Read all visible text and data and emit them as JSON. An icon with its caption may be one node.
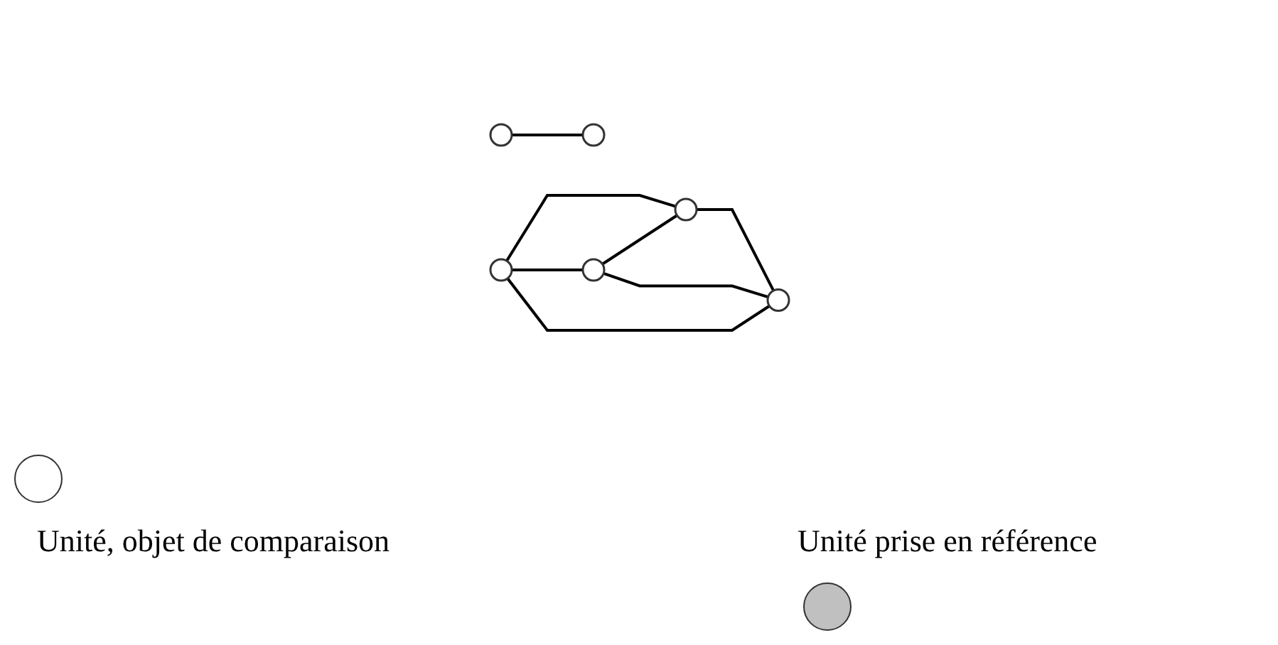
{
  "diagram": {
    "nodes": [
      {
        "text": [],
        "shape": "circle"
      },
      {
        "text": [],
        "shape": "circle"
      },
      {
        "text": [],
        "shape": "circle"
      },
      {
        "text": [],
        "shape": "circle"
      },
      {
        "text": [],
        "shape": "circle"
      },
      {
        "text": [],
        "shape": "circle"
      }
    ],
    "edges": [
      {
        "from": 0,
        "to": 1,
        "arrow": "none"
      },
      {
        "from": 2,
        "to": 3,
        "arrow": "none"
      },
      {
        "from": 2,
        "to": 4,
        "arrow": "none"
      },
      {
        "from": 3,
        "to": 5,
        "arrow": "none"
      },
      {
        "from": 4,
        "to": 5,
        "arrow": "none"
      },
      {
        "from": 2,
        "to": 5,
        "arrow": "none"
      },
      {
        "from": 4,
        "to": 3,
        "arrow": "none"
      }
    ],
    "legend": [
      {
        "text": "Unité, objet de comparaison"
      },
      {
        "text": "Unité prise en référence"
      }
    ]
  }
}
